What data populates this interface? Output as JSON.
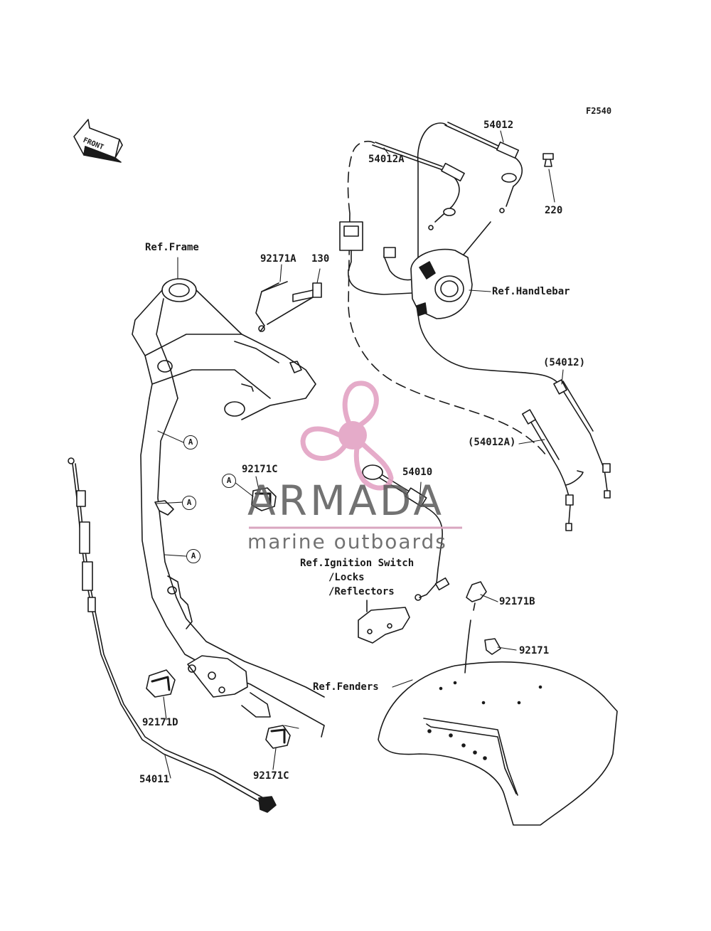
{
  "figure_code": "F2540",
  "front_arrow_text": "FRONT",
  "callout_letter": "A",
  "labels": {
    "p54012": "54012",
    "p54012a": "54012A",
    "p220": "220",
    "ref_frame": "Ref.Frame",
    "p92171a": "92171A",
    "p130": "130",
    "ref_handlebar": "Ref.Handlebar",
    "p54012_paren": "(54012)",
    "p54012a_paren": "(54012A)",
    "p92171c_top": "92171C",
    "p54010": "54010",
    "ref_ignition_1": "Ref.Ignition Switch",
    "ref_ignition_2": "/Locks",
    "ref_ignition_3": "/Reflectors",
    "p92171b": "92171B",
    "p92171": "92171",
    "ref_fenders": "Ref.Fenders",
    "p92171d": "92171D",
    "p92171c_bottom": "92171C",
    "p54011": "54011"
  },
  "watermark": {
    "brand": "ARMADA",
    "tagline": "marine outboards",
    "logo": "propeller-logo",
    "logo_color": "#e3a3c4",
    "text_color": "#5a5a5a",
    "line_color": "#d9a6bf"
  },
  "line_color": "#1a1a1a"
}
